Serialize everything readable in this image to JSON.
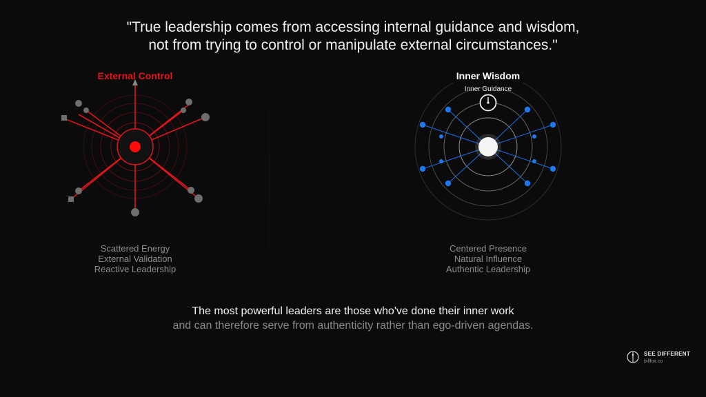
{
  "quote": {
    "line1": "\"True leadership comes from accessing internal guidance and wisdom,",
    "line2": "not from trying to control or manipulate external circumstances.\""
  },
  "left_panel": {
    "title": "External Control",
    "captions": [
      "Scattered Energy",
      "External Validation",
      "Reactive Leadership"
    ]
  },
  "right_panel": {
    "title": "Inner Wisdom",
    "sub_label": "Inner Guidance",
    "captions": [
      "Centered Presence",
      "Natural Influence",
      "Authentic Leadership"
    ]
  },
  "bottom": {
    "line1": "The most powerful leaders are those who've done their inner work",
    "line2": "and can therefore serve from authenticity rather than ego-driven agendas."
  },
  "brand": {
    "name": "SEE DIFFERENT",
    "url": "billfox.co",
    "icon": "compass-circle-icon"
  },
  "colors": {
    "control_red": "#e0161b",
    "wisdom_blue": "#1e6fe6",
    "node_gray": "#6e6e6e",
    "background": "#0b0b0b"
  }
}
